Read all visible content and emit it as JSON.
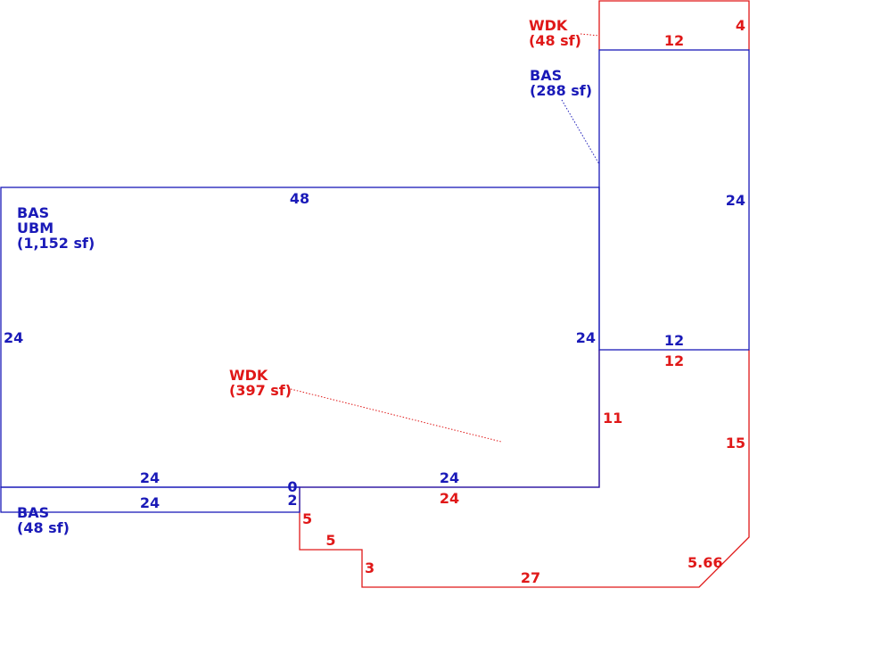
{
  "colors": {
    "living_area": "#1a1ab8",
    "deck_area": "#e01818"
  },
  "areas": {
    "main": {
      "code": "BAS",
      "sub_code": "UBM",
      "area": "(1,152 sf)"
    },
    "east": {
      "code": "BAS",
      "area": "(288 sf)"
    },
    "small": {
      "code": "BAS",
      "area": "(48 sf)"
    },
    "deck_large": {
      "code": "WDK",
      "area": "(397 sf)"
    },
    "deck_small": {
      "code": "WDK",
      "area": "(48 sf)"
    }
  },
  "dimensions": {
    "main_top": "48",
    "main_left": "24",
    "main_right": "24",
    "main_bottom_left": "24",
    "main_bottom_right": "24",
    "zero": "0",
    "east_right": "24",
    "east_bottom": "12",
    "small_bottom": "24",
    "small_right": "2",
    "deck_small_top": "12",
    "deck_small_right": "4",
    "deck_top": "12",
    "deck_left": "11",
    "deck_right": "15",
    "deck_top_left": "24",
    "deck_step_down": "5",
    "deck_step_across": "5",
    "deck_step_down2": "3",
    "deck_bottom": "27",
    "deck_diagonal": "5.66"
  }
}
